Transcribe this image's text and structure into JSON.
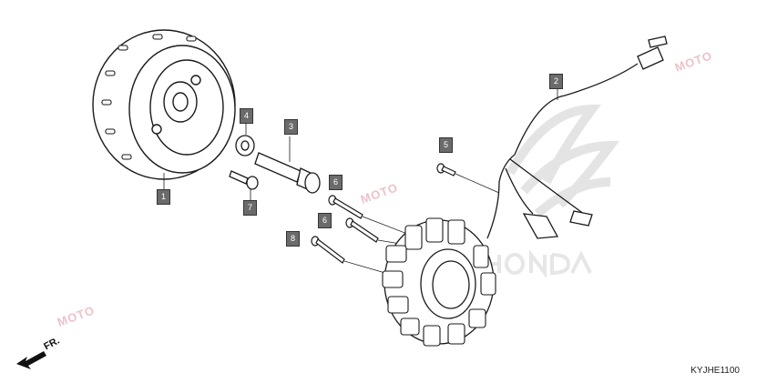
{
  "callouts": {
    "c1": "1",
    "c2": "2",
    "c3": "3",
    "c4": "4",
    "c5": "5",
    "c6a": "6",
    "c6b": "6",
    "c7": "7",
    "c8": "8"
  },
  "direction_label": "FR.",
  "diagram_code": "KYJHE1100",
  "watermarks": [
    "MOTO",
    "MOTO",
    "MOTO"
  ],
  "colors": {
    "line": "#1a1a1a",
    "callout_fill": "#6b6b6b",
    "watermark": "#e9b3bc",
    "background_logo": "#e6e6e6"
  }
}
